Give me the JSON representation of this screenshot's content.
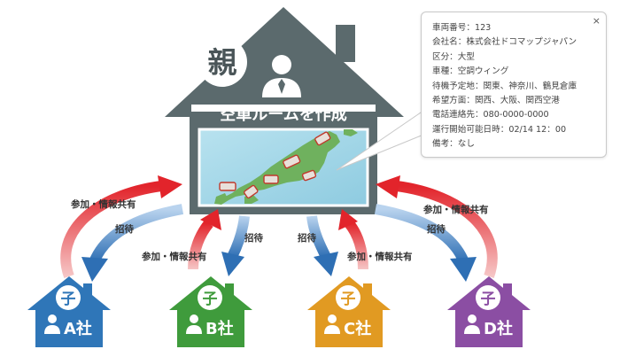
{
  "parent": {
    "badge": "親",
    "caption": "空車ルームを作成"
  },
  "callout": {
    "lines": [
      "車両番号：123",
      "会社名：株式会社ドコマップジャパン",
      "区分：大型",
      "車種：空調ウィング",
      "待機予定地：関東、神奈川、鶴見倉庫",
      "希望方面：関西、大阪、関西空港",
      "電話連絡先：080-0000-0000",
      "運行開始可能日時：02/14 12：00",
      "備考：なし"
    ],
    "close_icon": "×"
  },
  "arrow_labels": {
    "join_share": "参加・情報共有",
    "invite": "招待"
  },
  "children": [
    {
      "badge": "子",
      "name": "A社",
      "color": "#2f76b8"
    },
    {
      "badge": "子",
      "name": "B社",
      "color": "#3f9b3c"
    },
    {
      "badge": "子",
      "name": "C社",
      "color": "#e19a22"
    },
    {
      "badge": "子",
      "name": "D社",
      "color": "#8b4ea3"
    }
  ],
  "colors": {
    "parent_house": "#5b6a6d",
    "map_water": "#9fd4e6",
    "map_land": "#6fb15e",
    "arrow_red": "#e2242b",
    "arrow_blue": "#2e6fb4"
  }
}
